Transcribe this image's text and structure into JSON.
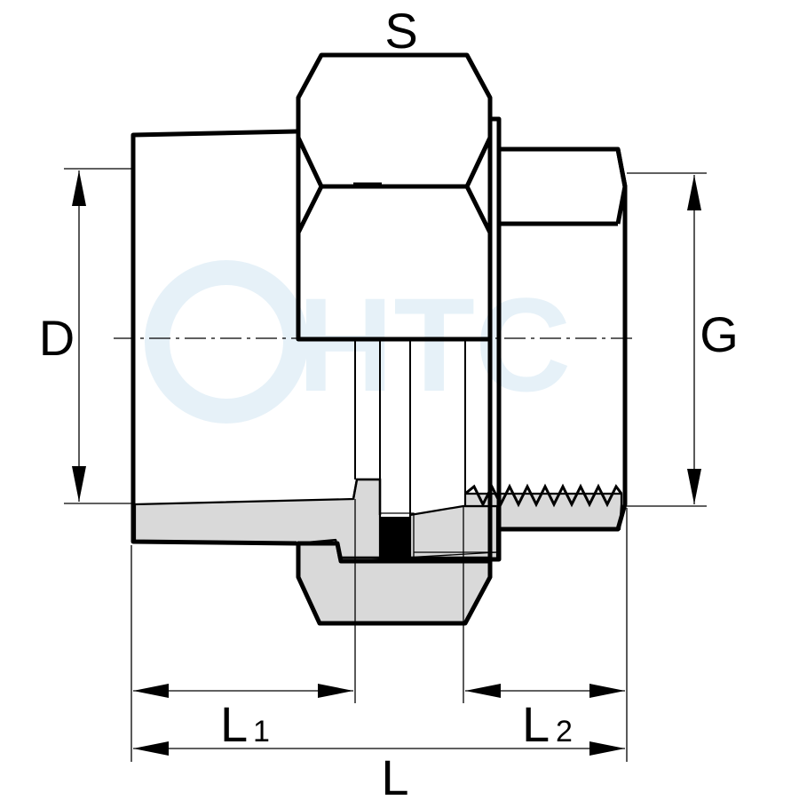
{
  "labels": {
    "s": "S",
    "d": "D",
    "g": "G",
    "l": "L",
    "l1_main": "L",
    "l1_sub": "1",
    "l2_main": "L",
    "l2_sub": "2"
  },
  "watermark": {
    "text": "HTC",
    "color": "#e6f1f8"
  },
  "colors": {
    "line": "#000000",
    "section_fill": "#d9d9d9",
    "seal": "#000000"
  }
}
